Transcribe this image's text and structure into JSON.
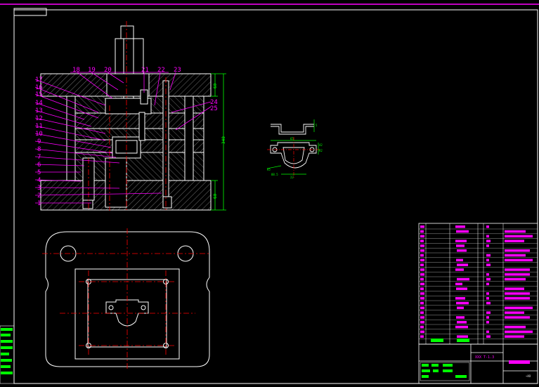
{
  "drawing": {
    "title_block_text": "XXX T-1.3",
    "title_block_small": "~XX",
    "leader_numbers_top": [
      "18",
      "19",
      "20",
      "21",
      "22",
      "23"
    ],
    "leader_numbers_left": [
      "17",
      "16",
      "15",
      "14",
      "13",
      "12",
      "11",
      "10",
      "9",
      "8",
      "7",
      "6",
      "5",
      "4",
      "3",
      "2",
      "1"
    ],
    "leader_numbers_right": [
      "24",
      "25"
    ],
    "dimensions": {
      "total_height": "340",
      "top_plate": "60",
      "bottom_plate": "60",
      "part_width": "65",
      "part_inner": "42",
      "part_bottom": "22",
      "part_r": "R2",
      "part_side": "5",
      "part_left_label": "R5",
      "part_note": "88.5"
    }
  },
  "colors": {
    "background": "#000000",
    "outline": "#ffffff",
    "leader": "#ff00ff",
    "centerline": "#ff0000",
    "dimension": "#00ff00"
  }
}
